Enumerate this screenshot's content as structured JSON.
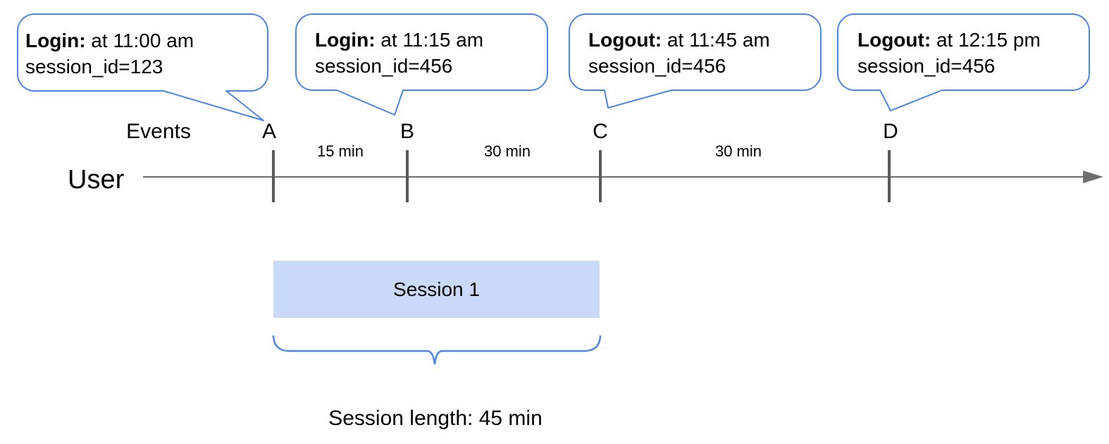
{
  "bubbles": [
    {
      "event": "Login:",
      "time": " at 11:00 am",
      "session": "session_id=123",
      "points_to": "A"
    },
    {
      "event": "Login:",
      "time": " at 11:15 am",
      "session": "session_id=456",
      "points_to": "B"
    },
    {
      "event": "Logout:",
      "time": " at 11:45 am",
      "session": "session_id=456",
      "points_to": "C"
    },
    {
      "event": "Logout:",
      "time": " at 12:15 pm",
      "session": "session_id=456",
      "points_to": "D"
    }
  ],
  "timeline": {
    "events_label": "Events",
    "axis_label": "User",
    "markers": [
      "A",
      "B",
      "C",
      "D"
    ],
    "intervals": [
      "15 min",
      "30 min",
      "30 min"
    ]
  },
  "session": {
    "label": "Session 1",
    "length_caption": "Session length: 45 min"
  },
  "colors": {
    "accent_blue": "#4a86e8",
    "session_fill": "#c9daf8",
    "line_gray": "#6e6e6e",
    "tick_gray": "#595959"
  }
}
